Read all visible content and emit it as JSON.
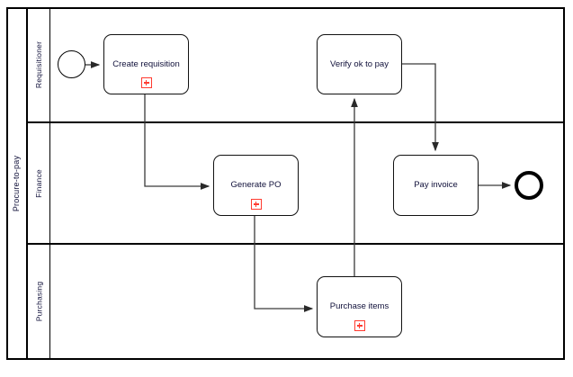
{
  "diagram": {
    "type": "bpmn-process-diagram",
    "pool": {
      "name": "Procure-to-pay"
    },
    "lanes": [
      {
        "id": "requisitioner",
        "name": "Requisitioner"
      },
      {
        "id": "finance",
        "name": "Finance"
      },
      {
        "id": "purchasing",
        "name": "Purchasing"
      }
    ],
    "events": [
      {
        "id": "start-event",
        "kind": "start",
        "lane": "requisitioner",
        "label": ""
      },
      {
        "id": "end-event",
        "kind": "end",
        "lane": "finance",
        "label": ""
      }
    ],
    "tasks": [
      {
        "id": "create-requisition",
        "label": "Create requisition",
        "lane": "requisitioner",
        "marker": "sub-process"
      },
      {
        "id": "verify-ok-to-pay",
        "label": "Verify ok to pay",
        "lane": "requisitioner",
        "marker": "none"
      },
      {
        "id": "generate-po",
        "label": "Generate PO",
        "lane": "finance",
        "marker": "sub-process"
      },
      {
        "id": "pay-invoice",
        "label": "Pay invoice",
        "lane": "finance",
        "marker": "none"
      },
      {
        "id": "purchase-items",
        "label": "Purchase items",
        "lane": "purchasing",
        "marker": "sub-process"
      }
    ],
    "flows": [
      {
        "id": "flow-start-to-create",
        "from": "start-event",
        "to": "create-requisition",
        "label": ""
      },
      {
        "id": "flow-create-to-generate",
        "from": "create-requisition",
        "to": "generate-po",
        "label": ""
      },
      {
        "id": "flow-generate-to-purchase",
        "from": "generate-po",
        "to": "purchase-items",
        "label": ""
      },
      {
        "id": "flow-purchase-to-verify",
        "from": "purchase-items",
        "to": "verify-ok-to-pay",
        "label": ""
      },
      {
        "id": "flow-verify-to-pay",
        "from": "verify-ok-to-pay",
        "to": "pay-invoice",
        "label": ""
      },
      {
        "id": "flow-pay-to-end",
        "from": "pay-invoice",
        "to": "end-event",
        "label": ""
      }
    ],
    "colors": {
      "shape_border": "#111111",
      "frame_border": "#000000",
      "text": "#10103a",
      "marker_accent": "#ff3b30",
      "connector": "#3a3a3a",
      "background": "#ffffff"
    }
  }
}
